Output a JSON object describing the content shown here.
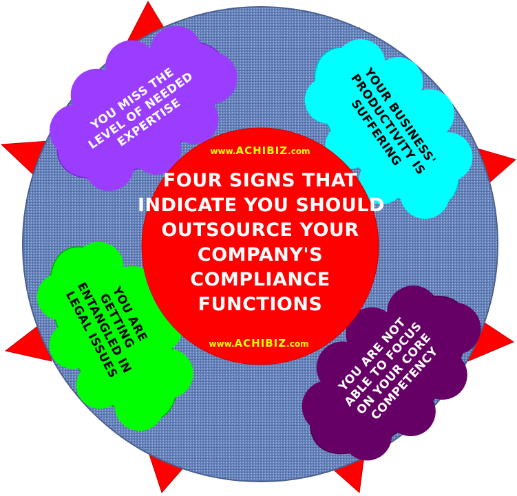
{
  "diagram": {
    "title_lines": [
      "FOUR SIGNS THAT",
      "INDICATE YOU SHOULD",
      "OUTSOURCE YOUR",
      "COMPANY'S",
      "COMPLIANCE",
      "FUNCTIONS"
    ],
    "watermark_top": {
      "prefix": "www.",
      "brand": "ACHIBIZ",
      "suffix": ".com"
    },
    "watermark_bottom": {
      "prefix": "www.",
      "brand": "ACHIBIZ",
      "suffix": ".com"
    },
    "signs": [
      {
        "position": "top-left",
        "lines": [
          "YOU MISS THE",
          "LEVEL OF NEEDED",
          "EXPERTISE"
        ],
        "fill": "#9b3dff",
        "text_color": "#ffffff"
      },
      {
        "position": "top-right",
        "lines": [
          "YOUR BUSINESS'",
          "PRODUCTIVITY IS",
          "SUFFERING"
        ],
        "fill": "#00ffff",
        "text_color": "#000000"
      },
      {
        "position": "bottom-left",
        "lines": [
          "YOU ARE",
          "GETTING",
          "ENTANGLED IN",
          "LEGAL ISSUES"
        ],
        "fill": "#00ff00",
        "text_color": "#000000"
      },
      {
        "position": "bottom-right",
        "lines": [
          "YOU ARE NOT",
          "ABLE TO FOCUS",
          "ON YOUR CORE",
          "COMPETENCY"
        ],
        "fill": "#660066",
        "text_color": "#ffffff"
      }
    ],
    "colors": {
      "outer_disc": "#5b7bb4",
      "spikes": "#ff0000",
      "center_disc": "#ff0000",
      "title_text": "#ffffff",
      "watermark": "#ffff00"
    }
  }
}
